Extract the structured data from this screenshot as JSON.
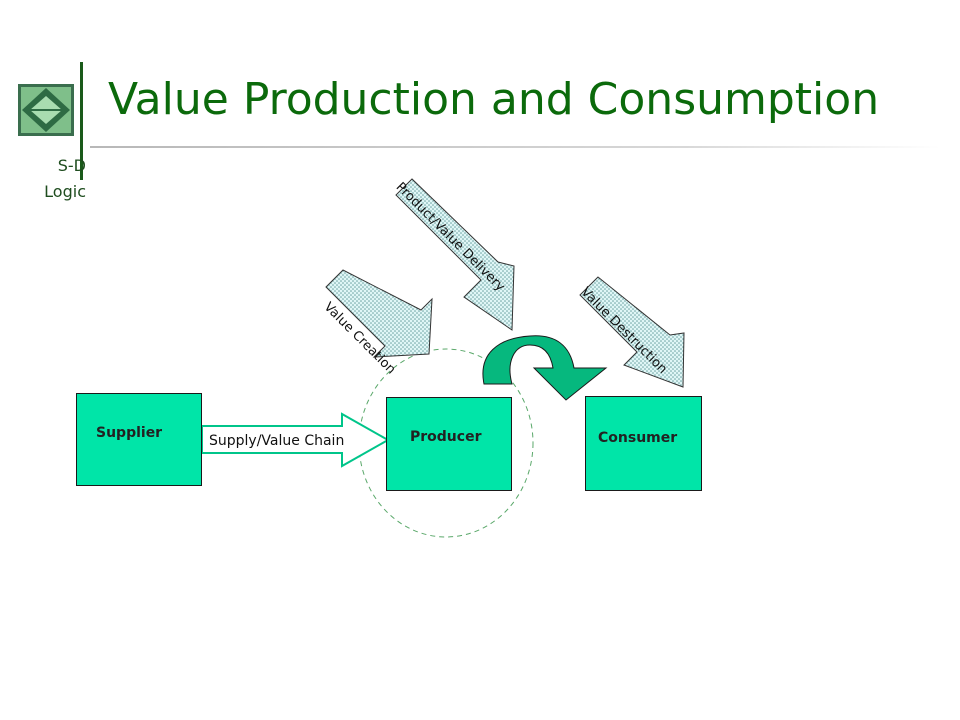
{
  "header": {
    "logo_line1": "S-D",
    "logo_line2": "Logic",
    "title": "Value Production and Consumption"
  },
  "diagram": {
    "nodes": {
      "supplier": "Supplier",
      "producer": "Producer",
      "consumer": "Consumer"
    },
    "arrows": {
      "supply_chain": "Supply/Value Chain",
      "value_creation": "Value Creation",
      "product_delivery": "Product/Value Delivery",
      "value_destruction": "Value Destruction"
    },
    "colors": {
      "title": "#0b6a0b",
      "box_fill": "#00e5a8",
      "curved_arrow": "#06b87e",
      "dashed_circle": "#5aa86a"
    }
  }
}
